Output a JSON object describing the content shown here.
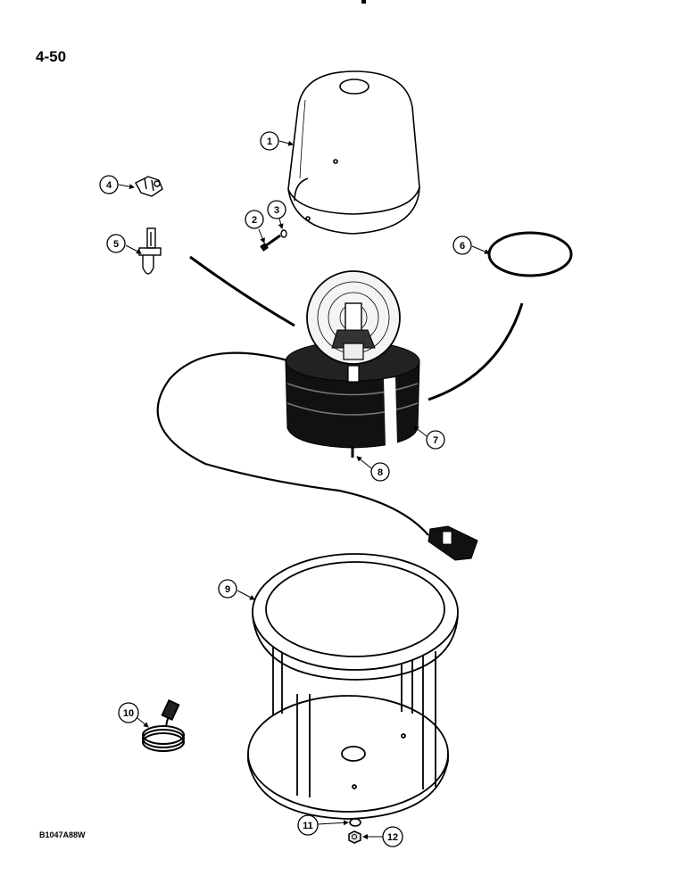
{
  "page": {
    "number": "4-50",
    "figure_code": "B1047A88W"
  },
  "callouts": [
    "1",
    "2",
    "3",
    "4",
    "5",
    "6",
    "7",
    "8",
    "9",
    "10",
    "11",
    "12"
  ],
  "colors": {
    "ink": "#000000",
    "paper": "#ffffff"
  }
}
